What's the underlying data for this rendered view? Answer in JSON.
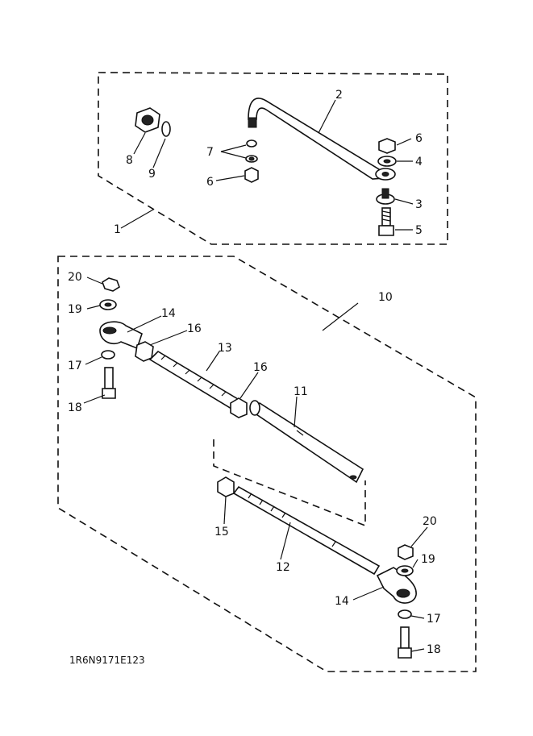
{
  "diagram_code": "1R6N9171E123",
  "callouts": {
    "c1": "1",
    "c2": "2",
    "c3": "3",
    "c4": "4",
    "c5": "5",
    "c6a": "6",
    "c6b": "6",
    "c7": "7",
    "c8": "8",
    "c9": "9",
    "c10": "10",
    "c11": "11",
    "c12": "12",
    "c13": "13",
    "c14a": "14",
    "c14b": "14",
    "c15": "15",
    "c16a": "16",
    "c16b": "16",
    "c17a": "17",
    "c17b": "17",
    "c18a": "18",
    "c18b": "18",
    "c19a": "19",
    "c19b": "19",
    "c20a": "20",
    "c20b": "20"
  }
}
